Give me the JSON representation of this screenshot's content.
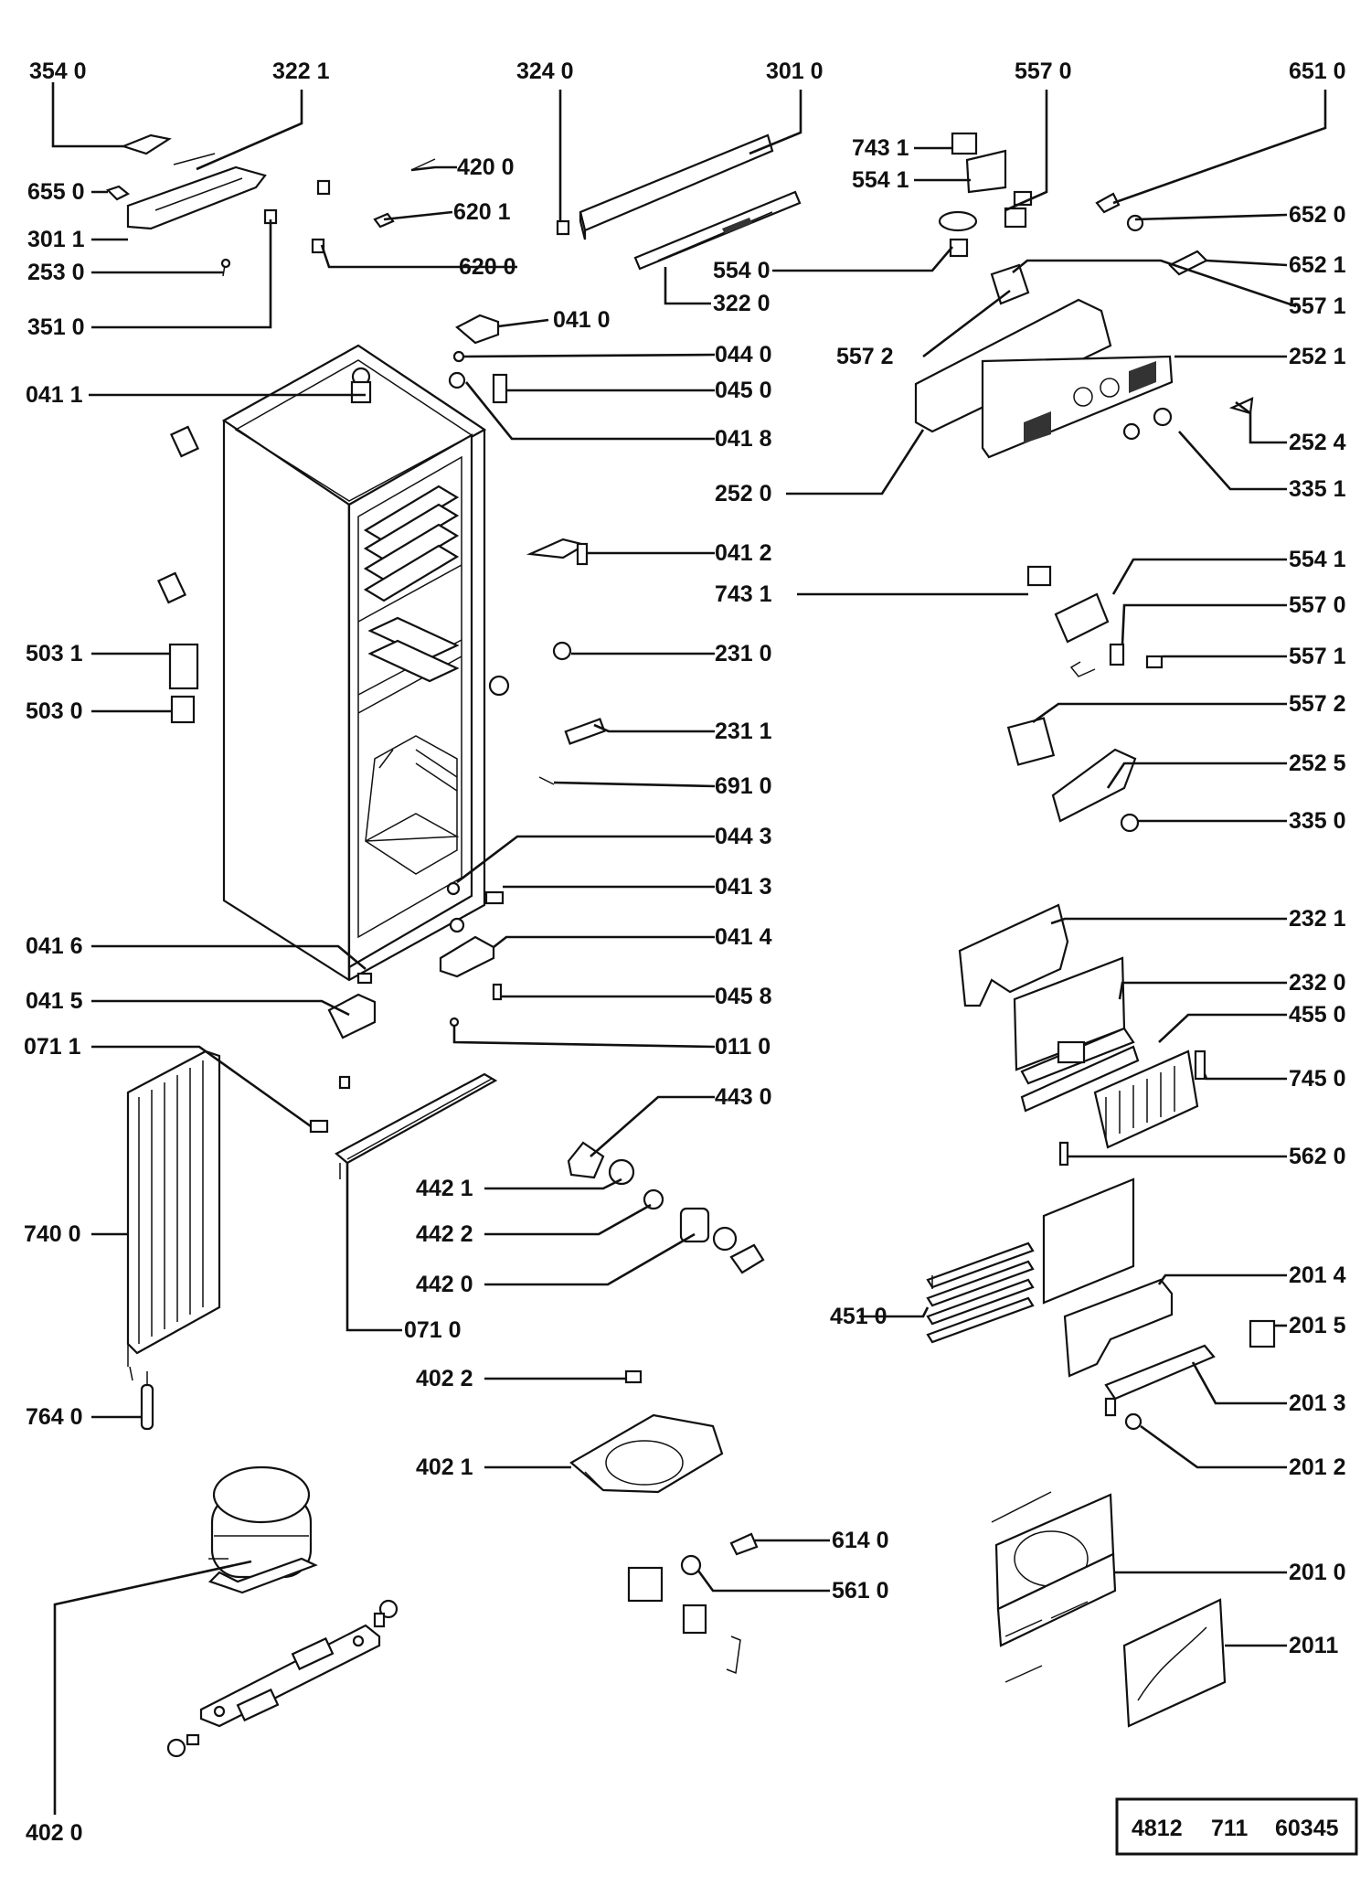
{
  "labels": {
    "l3540": "354 0",
    "l3221": "322 1",
    "l3240": "324 0",
    "l3010": "301 0",
    "l5570a": "557 0",
    "l6510": "651 0",
    "l4200": "420 0",
    "l7431a": "743 1",
    "l5541a": "554 1",
    "l6550": "655 0",
    "l6201": "620 1",
    "l6520": "652 0",
    "l3011": "301 1",
    "l6521": "652 1",
    "l2530": "253 0",
    "l6200": "620 0",
    "l5540": "554 0",
    "l3220": "322 0",
    "l5571a": "557 1",
    "l3510": "351 0",
    "l0410": "041 0",
    "l0440": "044 0",
    "l5572a": "557 2",
    "l2521": "252 1",
    "l0411": "041 1",
    "l0450": "045 0",
    "l0418": "041 8",
    "l2524": "252 4",
    "l3351": "335 1",
    "l2520": "252 0",
    "l0412": "041 2",
    "l7431b": "743 1",
    "l5541b": "554 1",
    "l5570b": "557 0",
    "l5031": "503 1",
    "l2310": "231 0",
    "l5571b": "557 1",
    "l5030": "503 0",
    "l5572b": "557 2",
    "l2311": "231 1",
    "l2525": "252 5",
    "l6910": "691 0",
    "l3350": "335 0",
    "l0443": "044 3",
    "l0413": "041 3",
    "l2321": "232 1",
    "l0416": "041 6",
    "l0414": "041 4",
    "l2320": "232 0",
    "l0415": "041 5",
    "l0458": "045 8",
    "l4550": "455 0",
    "l0711": "071 1",
    "l0110": "011 0",
    "l7450": "745 0",
    "l4430": "443 0",
    "l5620": "562 0",
    "l4421": "442 1",
    "l7400": "740 0",
    "l4422": "442 2",
    "l2014": "201 4",
    "l4420": "442 0",
    "l4510": "451 0",
    "l0710": "071 0",
    "l2015": "201 5",
    "l4022": "402 2",
    "l2013": "201 3",
    "l7640": "764 0",
    "l4021": "402 1",
    "l2012": "201 2",
    "l6140": "614 0",
    "l2010": "201 0",
    "l5610": "561 0",
    "l2011": "2011",
    "l4020": "402 0"
  },
  "reference": {
    "a": "4812",
    "b": "711",
    "c": "60345"
  }
}
